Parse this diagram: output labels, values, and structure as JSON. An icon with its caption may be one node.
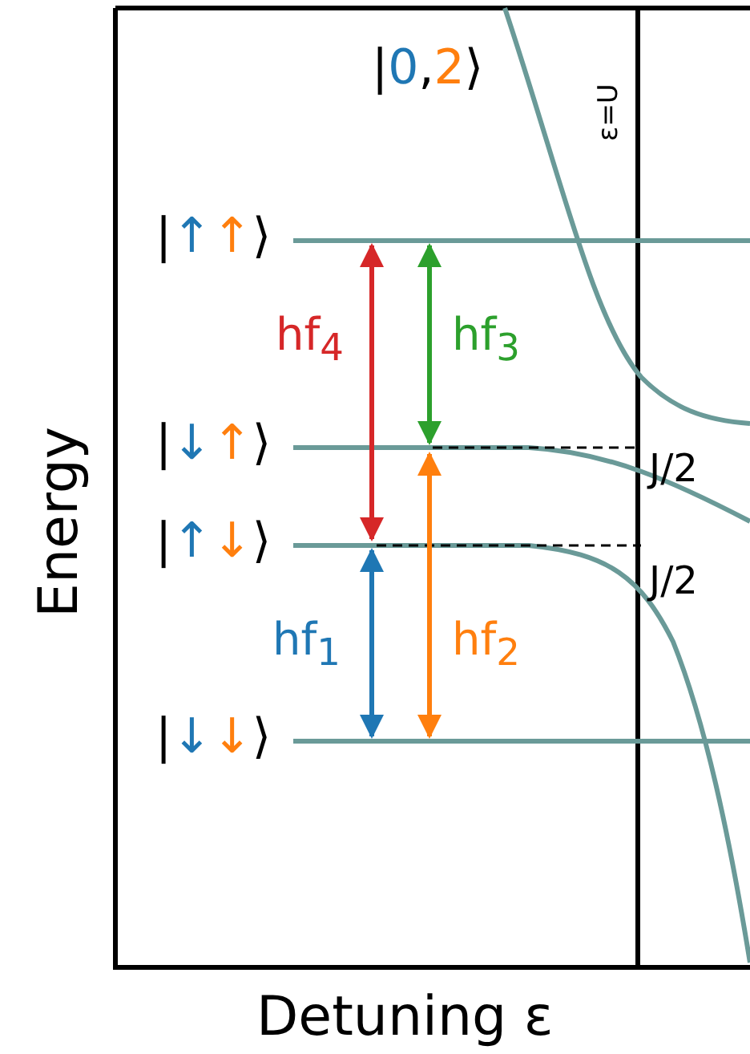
{
  "diagram": {
    "labels": [
      "|0,2⟩",
      "ε=U",
      "|↑↑⟩",
      "hf$_{4}$",
      "hf$_{3}$",
      "|↓↑⟩",
      "J/2",
      "|↑↓⟩",
      "J/2",
      "hf$_{1}$",
      "hf$_{2}$",
      "|↓↓⟩",
      "Energy",
      "Detuning ε"
    ]
  }
}
